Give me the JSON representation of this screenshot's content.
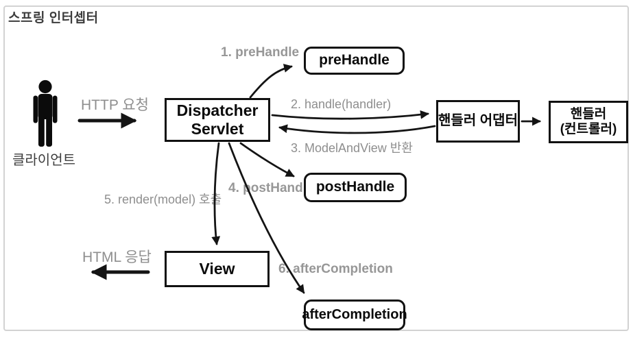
{
  "title": "스프링 인터셉터",
  "client": {
    "label": "클라이언트"
  },
  "flows": {
    "http_request": "HTTP 요청",
    "html_response": "HTML 응답"
  },
  "nodes": {
    "dispatcher": {
      "line1": "Dispatcher",
      "line2": "Servlet"
    },
    "pre_handle": "preHandle",
    "post_handle": "postHandle",
    "after_completion": "afterCompletion",
    "handler_adapter": "핸들러 어댑터",
    "handler": {
      "line1": "핸들러",
      "line2": "(컨트롤러)"
    },
    "view": "View"
  },
  "steps": [
    {
      "label": "1. preHandle",
      "bold": true
    },
    {
      "label": "2. handle(handler)",
      "bold": false
    },
    {
      "label": "3. ModelAndView 반환",
      "bold": false
    },
    {
      "label": "4. postHandle",
      "bold": true
    },
    {
      "label": "5. render(model) 호출",
      "bold": false
    },
    {
      "label": "6. afterCompletion",
      "bold": true
    }
  ],
  "colors": {
    "box_border": "#111111",
    "arrow": "#141414",
    "step_label_gray": "#8e8e8e",
    "title_text": "#3c3c3c",
    "frame_border": "#d2d2d2",
    "background": "#ffffff"
  }
}
